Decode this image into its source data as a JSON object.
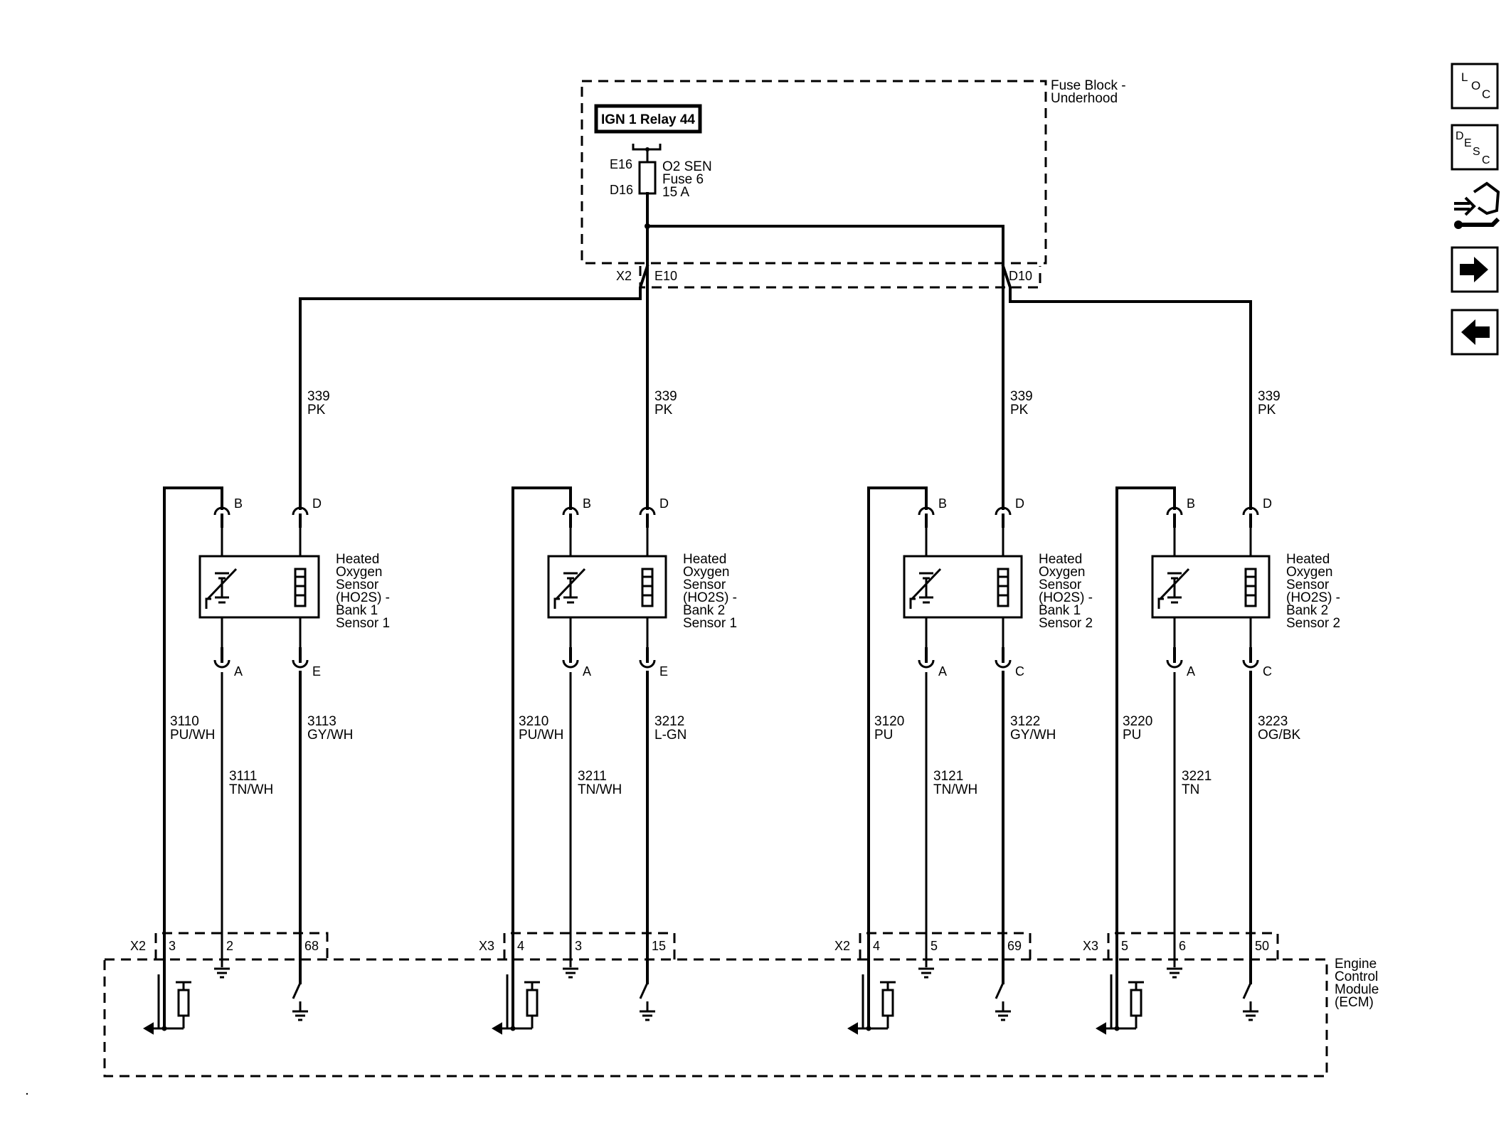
{
  "fuse_block": {
    "title_line1": "Fuse Block -",
    "title_line2": "Underhood",
    "relay_label": "IGN 1 Relay 44",
    "fuse_pin_top": "E16",
    "fuse_pin_bottom": "D16",
    "fuse_name": "O2 SEN",
    "fuse_number": "Fuse 6",
    "fuse_rating": "15 A",
    "connector": "X2",
    "pin_left": "E10",
    "pin_right": "D10"
  },
  "sensors": [
    {
      "feed_circuit": "339",
      "feed_color": "PK",
      "name_lines": [
        "Heated",
        "Oxygen",
        "Sensor",
        "(HO2S) -",
        "Bank 1",
        "Sensor 1"
      ],
      "pin_top_signal": "B",
      "pin_top_heater": "D",
      "pin_bot_signal": "A",
      "pin_bot_heater": "E",
      "signal_high_circuit": "3110",
      "signal_high_color": "PU/WH",
      "signal_low_circuit": "3111",
      "signal_low_color": "TN/WH",
      "heater_circuit": "3113",
      "heater_color": "GY/WH",
      "ecm_connector": "X2",
      "ecm_pins": [
        "3",
        "2",
        "68"
      ]
    },
    {
      "feed_circuit": "339",
      "feed_color": "PK",
      "name_lines": [
        "Heated",
        "Oxygen",
        "Sensor",
        "(HO2S) -",
        "Bank 2",
        "Sensor 1"
      ],
      "pin_top_signal": "B",
      "pin_top_heater": "D",
      "pin_bot_signal": "A",
      "pin_bot_heater": "E",
      "signal_high_circuit": "3210",
      "signal_high_color": "PU/WH",
      "signal_low_circuit": "3211",
      "signal_low_color": "TN/WH",
      "heater_circuit": "3212",
      "heater_color": "L-GN",
      "ecm_connector": "X3",
      "ecm_pins": [
        "4",
        "3",
        "15"
      ]
    },
    {
      "feed_circuit": "339",
      "feed_color": "PK",
      "name_lines": [
        "Heated",
        "Oxygen",
        "Sensor",
        "(HO2S) -",
        "Bank 1",
        "Sensor 2"
      ],
      "pin_top_signal": "B",
      "pin_top_heater": "D",
      "pin_bot_signal": "A",
      "pin_bot_heater": "C",
      "signal_high_circuit": "3120",
      "signal_high_color": "PU",
      "signal_low_circuit": "3121",
      "signal_low_color": "TN/WH",
      "heater_circuit": "3122",
      "heater_color": "GY/WH",
      "ecm_connector": "X2",
      "ecm_pins": [
        "4",
        "5",
        "69"
      ]
    },
    {
      "feed_circuit": "339",
      "feed_color": "PK",
      "name_lines": [
        "Heated",
        "Oxygen",
        "Sensor",
        "(HO2S) -",
        "Bank 2",
        "Sensor 2"
      ],
      "pin_top_signal": "B",
      "pin_top_heater": "D",
      "pin_bot_signal": "A",
      "pin_bot_heater": "C",
      "signal_high_circuit": "3220",
      "signal_high_color": "PU",
      "signal_low_circuit": "3221",
      "signal_low_color": "TN",
      "heater_circuit": "3223",
      "heater_color": "OG/BK",
      "ecm_connector": "X3",
      "ecm_pins": [
        "5",
        "6",
        "50"
      ]
    }
  ],
  "ecm": {
    "name_lines": [
      "Engine",
      "Control",
      "Module",
      "(ECM)"
    ]
  },
  "nav": {
    "loc": {
      "l": "L",
      "o": "O",
      "c": "C",
      "icon": "location-icon"
    },
    "desc": {
      "d": "D",
      "e": "E",
      "s": "S",
      "c": "C",
      "icon": "description-icon"
    },
    "connector_icon": "connector-tool-icon",
    "next_icon": "arrow-right-icon",
    "prev_icon": "arrow-left-icon"
  }
}
